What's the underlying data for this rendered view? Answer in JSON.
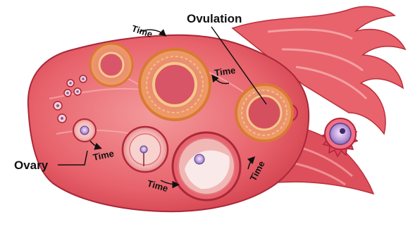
{
  "labels": {
    "ovulation": "Ovulation",
    "ovary": "Ovary",
    "time": "Time"
  },
  "colors": {
    "tissue": "#e8636c",
    "tissue_dark": "#c8323f",
    "tissue_light": "#f6a3a3",
    "follicle_fill": "#f4b6b2",
    "corpus_orange": "#f0a35a",
    "corpus_yellow": "#f7c987",
    "oocyte": "#8f6fc4"
  }
}
